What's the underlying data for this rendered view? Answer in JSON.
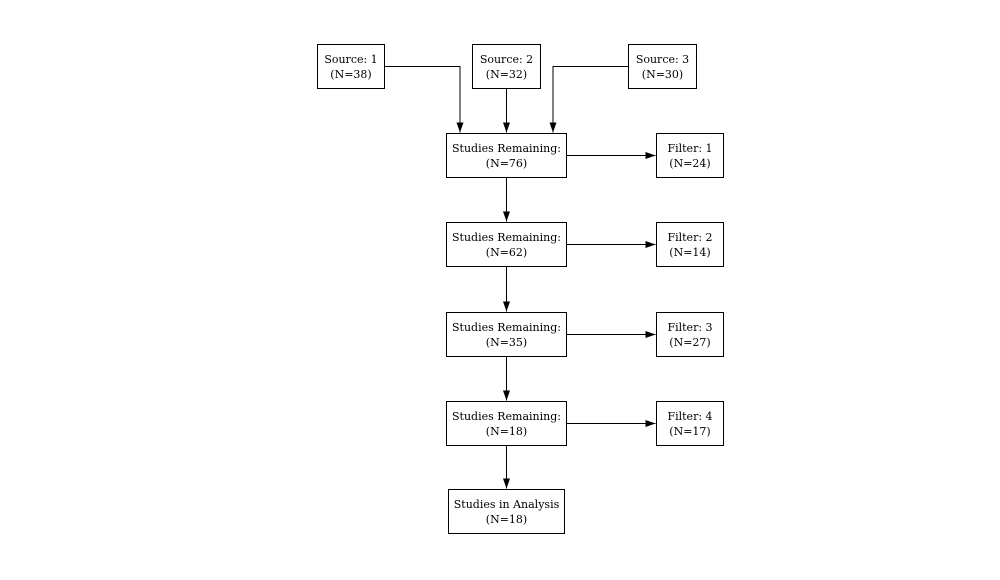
{
  "diagram": {
    "background_color": "#ffffff",
    "box_fill_color": "#ffffff",
    "box_border_color": "#000000",
    "arrow_color": "#000000",
    "text_color": "#000000",
    "nodes": [
      {
        "id": "source-1",
        "line1": "Source: 1",
        "line2": "(N=38)"
      },
      {
        "id": "source-2",
        "line1": "Source: 2",
        "line2": "(N=32)"
      },
      {
        "id": "source-3",
        "line1": "Source: 3",
        "line2": "(N=30)"
      },
      {
        "id": "studies-remaining-1",
        "line1": "Studies Remaining:",
        "line2": "(N=76)"
      },
      {
        "id": "filter-1",
        "line1": "Filter: 1",
        "line2": "(N=24)"
      },
      {
        "id": "studies-remaining-2",
        "line1": "Studies Remaining:",
        "line2": "(N=62)"
      },
      {
        "id": "filter-2",
        "line1": "Filter: 2",
        "line2": "(N=14)"
      },
      {
        "id": "studies-remaining-3",
        "line1": "Studies Remaining:",
        "line2": "(N=35)"
      },
      {
        "id": "filter-3",
        "line1": "Filter: 3",
        "line2": "(N=27)"
      },
      {
        "id": "studies-remaining-4",
        "line1": "Studies Remaining:",
        "line2": "(N=18)"
      },
      {
        "id": "filter-4",
        "line1": "Filter: 4",
        "line2": "(N=17)"
      },
      {
        "id": "studies-in-analysis",
        "line1": "Studies in Analysis",
        "line2": "(N=18)"
      }
    ],
    "edges": [
      {
        "from": "source-1",
        "to": "studies-remaining-1"
      },
      {
        "from": "source-2",
        "to": "studies-remaining-1"
      },
      {
        "from": "source-3",
        "to": "studies-remaining-1"
      },
      {
        "from": "studies-remaining-1",
        "to": "filter-1"
      },
      {
        "from": "studies-remaining-1",
        "to": "studies-remaining-2"
      },
      {
        "from": "studies-remaining-2",
        "to": "filter-2"
      },
      {
        "from": "studies-remaining-2",
        "to": "studies-remaining-3"
      },
      {
        "from": "studies-remaining-3",
        "to": "filter-3"
      },
      {
        "from": "studies-remaining-3",
        "to": "studies-remaining-4"
      },
      {
        "from": "studies-remaining-4",
        "to": "filter-4"
      },
      {
        "from": "studies-remaining-4",
        "to": "studies-in-analysis"
      }
    ]
  }
}
